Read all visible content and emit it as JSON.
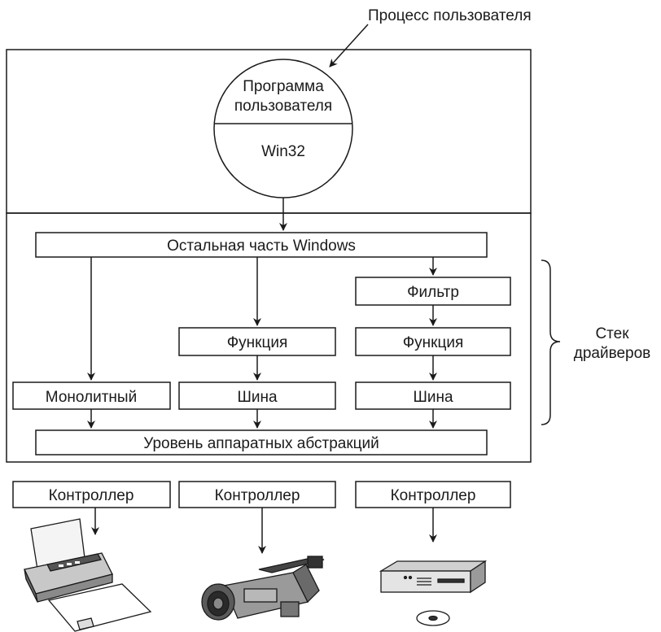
{
  "process_label": "Процесс пользователя",
  "user_program": {
    "line1": "Программа",
    "line2": "пользователя",
    "win32": "Win32"
  },
  "rest_of_windows": "Остальная часть Windows",
  "filter": "Фильтр",
  "function_label": "Функция",
  "monolithic": "Монолитный",
  "bus": "Шина",
  "hal": "Уровень аппаратных абстракций",
  "driver_stack": {
    "line1": "Стек",
    "line2": "драйверов"
  },
  "controller": "Контроллер",
  "devices": [
    "printer-icon",
    "camcorder-icon",
    "disk-drive-icon"
  ]
}
